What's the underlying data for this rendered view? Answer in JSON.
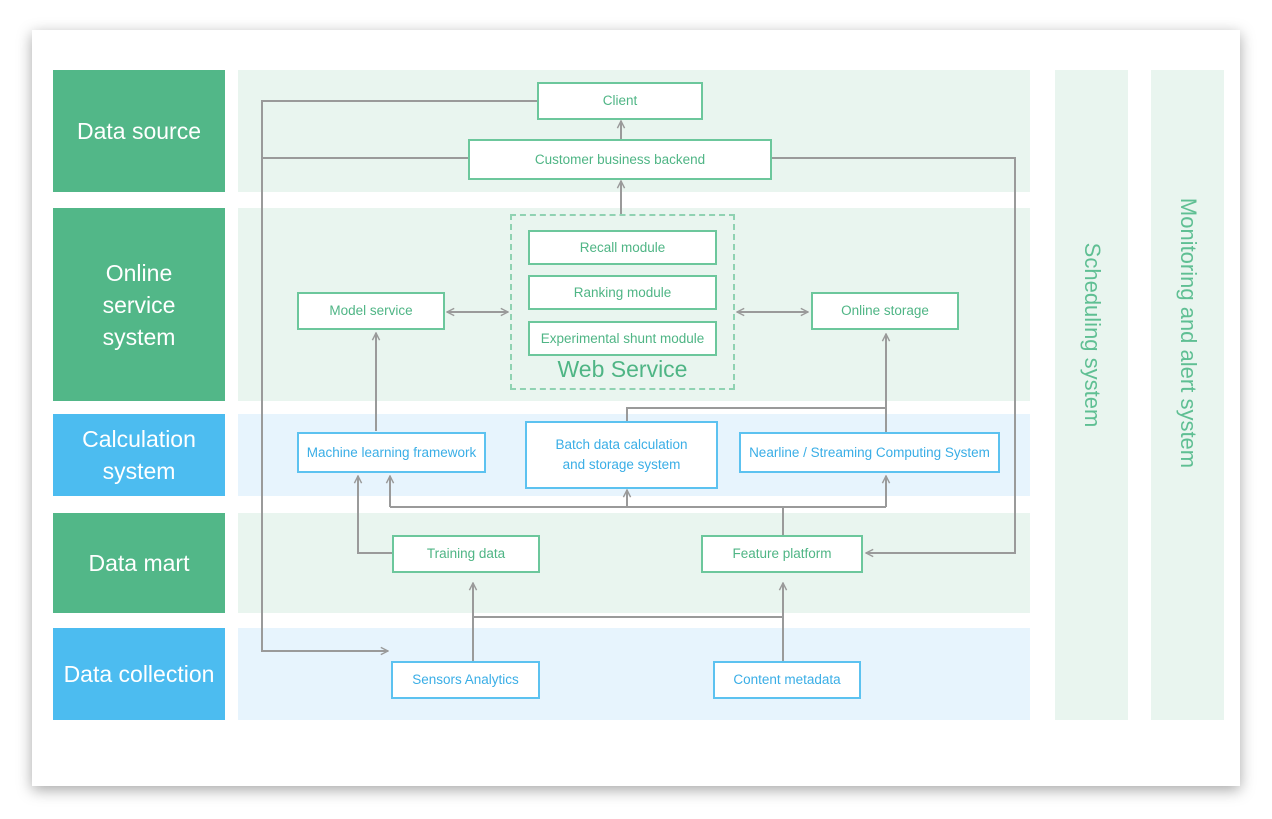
{
  "layers": [
    {
      "id": "data-source",
      "label": "Data source",
      "color": "#52b788"
    },
    {
      "id": "online-service",
      "label": "Online service system",
      "color": "#52b788"
    },
    {
      "id": "calculation",
      "label": "Calculation system",
      "color": "#4cbcf0"
    },
    {
      "id": "data-mart",
      "label": "Data mart",
      "color": "#52b788"
    },
    {
      "id": "data-collection",
      "label": "Data collection",
      "color": "#4cbcf0"
    }
  ],
  "side_panels": {
    "scheduling": "Scheduling system",
    "monitoring": "Monitoring and alert system"
  },
  "nodes": {
    "client": "Client",
    "backend": "Customer business backend",
    "recall": "Recall module",
    "ranking": "Ranking module",
    "shunt": "Experimental shunt module",
    "web_service": "Web Service",
    "model_service": "Model service",
    "online_storage": "Online storage",
    "ml_framework": "Machine learning framework",
    "batch": "Batch data calculation and storage system",
    "nearline": "Nearline / Streaming Computing System",
    "training": "Training data",
    "feature": "Feature platform",
    "sensors": "Sensors Analytics",
    "content": "Content metadata"
  },
  "colors": {
    "green": "#52b788",
    "blue": "#4cbcf0",
    "connector": "#9a9a9a"
  }
}
